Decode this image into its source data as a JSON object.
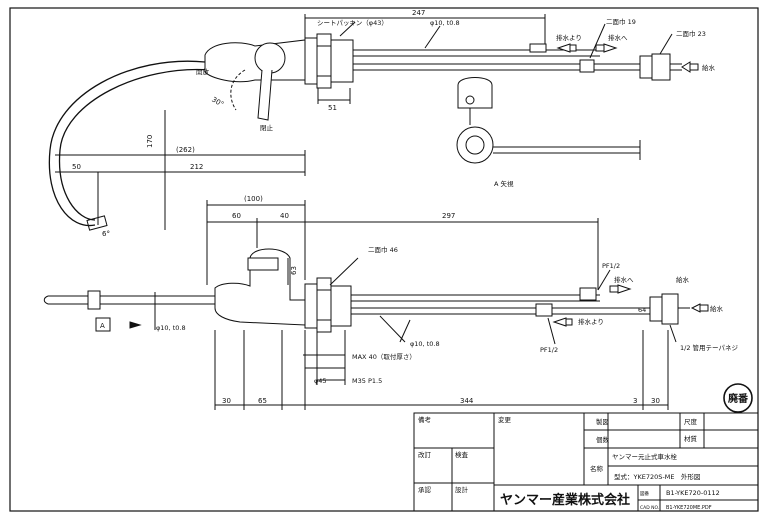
{
  "top_view": {
    "dims": {
      "overall": "247",
      "seat_packing": "シートパッキン（φ43）",
      "pipe_dia": "φ10, t0.8",
      "hex19": "二面巾 19",
      "hex23": "二面巾 23",
      "nut": "51",
      "height": "170",
      "reach": "(262)",
      "left": "50",
      "right": "212",
      "angle": "30°",
      "small_angle": "6°"
    },
    "labels": {
      "open": "開放",
      "close": "閉止",
      "drain": "排水より",
      "drain2": "排水へ",
      "supply": "給水"
    }
  },
  "a_view": {
    "caption": "A 矢視"
  },
  "front_view": {
    "dims": {
      "total_top": "(100)",
      "d60": "60",
      "d40": "40",
      "d297": "297",
      "hex46": "二面巾 46",
      "d63": "63",
      "pf1": "PF1/2",
      "pf2": "PF1/2",
      "pipe_dia1": "φ10, t0.8",
      "pipe_dia2": "φ10, t0.8",
      "max40": "MAX 40（取付厚さ）",
      "phi45": "φ45",
      "m35": "M35 P1.5",
      "d30a": "30",
      "d65": "65",
      "d344": "344",
      "d3": "3",
      "d30b": "30",
      "rc": "1/2 管用テーパネジ",
      "d64": "64",
      "arrow_a": "A"
    },
    "labels": {
      "drain_to": "排水へ",
      "drain_from": "排水より",
      "supply": "給水",
      "supply_side": "給水"
    }
  },
  "stamp": "廃番",
  "title_block": {
    "remark": "備考",
    "change": "変更",
    "revision": "改訂",
    "check": "検査",
    "approve": "承認",
    "design": "設計",
    "drawn": "製図",
    "scale": "尺度",
    "material": "材質",
    "qty": "個数",
    "name_label": "名称",
    "product": "ヤンマー元止式車水栓",
    "model": "型式：YKE720S-ME　外形図",
    "drawing_no_label": "図番",
    "drawing_no": "B1-YKE720-0112",
    "cad_no_label": "CAD NO.",
    "cad_no": "B1-YKE720ME.PDF",
    "company": "ヤンマー産業株式会社"
  }
}
